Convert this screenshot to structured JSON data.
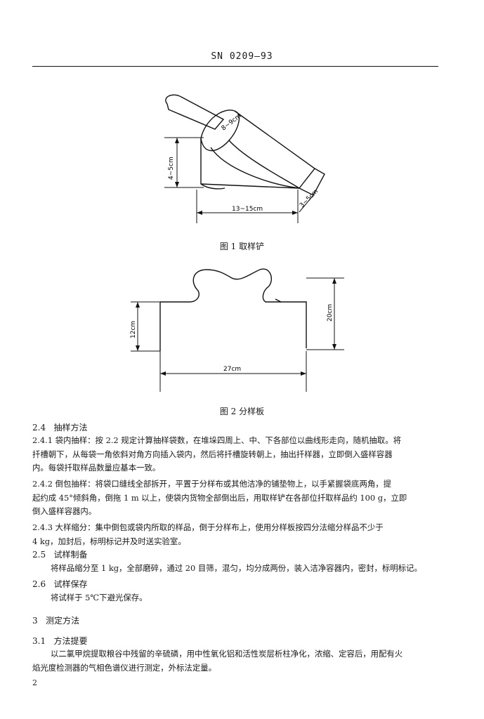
{
  "header": {
    "code": "SN 0209—93"
  },
  "figure1": {
    "caption": "图 1   取样铲",
    "dim_top": "8~9cm",
    "dim_left": "4~5cm",
    "dim_bottom": "13~15cm",
    "dim_right": "3~5cm"
  },
  "figure2": {
    "caption": "图 2   分样板",
    "dim_left": "12cm",
    "dim_right": "20cm",
    "dim_bottom": "27cm"
  },
  "sections": [
    {
      "num": "2.4",
      "title": "抽样方法"
    },
    {
      "num": "2.5",
      "title": "试样制备"
    },
    {
      "num": "2.6",
      "title": "试样保存"
    },
    {
      "num": "3",
      "title": "测定方法"
    },
    {
      "num": "3.1",
      "title": "方法提要"
    }
  ],
  "paragraphs": [
    {
      "lines": [
        "2.4.1   袋内抽样：按 2.2 规定计算抽样袋数，在堆垛四周上、中、下各部位以曲线形走向，随机抽取。将",
        "扦槽朝下，从每袋一角依斜对角方向插入袋内，然后将扦槽旋转朝上，抽出扦样器，立即倒入盛样容器",
        "内。每袋扦取样品数量应基本一致。"
      ]
    },
    {
      "lines": [
        "2.4.2   倒包抽样：将袋口缝线全部拆开，平置于分样布或其他洁净的铺垫物上，以手紧握袋底两角，提",
        "起约成 45°倾斜角，倒拖 1 m 以上，使袋内货物全部倒出后，用取样铲在各部位扦取样品约 100 g，立即",
        "倒入盛样容器内。"
      ]
    },
    {
      "lines": [
        "2.4.3   大样缩分：集中倒包或袋内所取的样品，倒于分样布上，使用分样板按四分法缩分样品不少于",
        "4 kg，加封后，标明标记并及时送实验室。"
      ]
    },
    {
      "lines": [
        "将样品缩分至 1 kg，全部磨碎，通过 20 目筛，混匀，均分成两份，装入洁净容器内，密封，标明标记。"
      ]
    },
    {
      "lines": [
        "将试样于 5℃下避光保存。"
      ]
    },
    {
      "lines": [
        "以二氯甲烷提取粮谷中残留的辛硫磷，用中性氧化铝和活性炭层析柱净化，浓缩、定容后，用配有火",
        "焰光度检测器的气相色谱仪进行测定，外标法定量。"
      ]
    }
  ],
  "page_number": "2"
}
